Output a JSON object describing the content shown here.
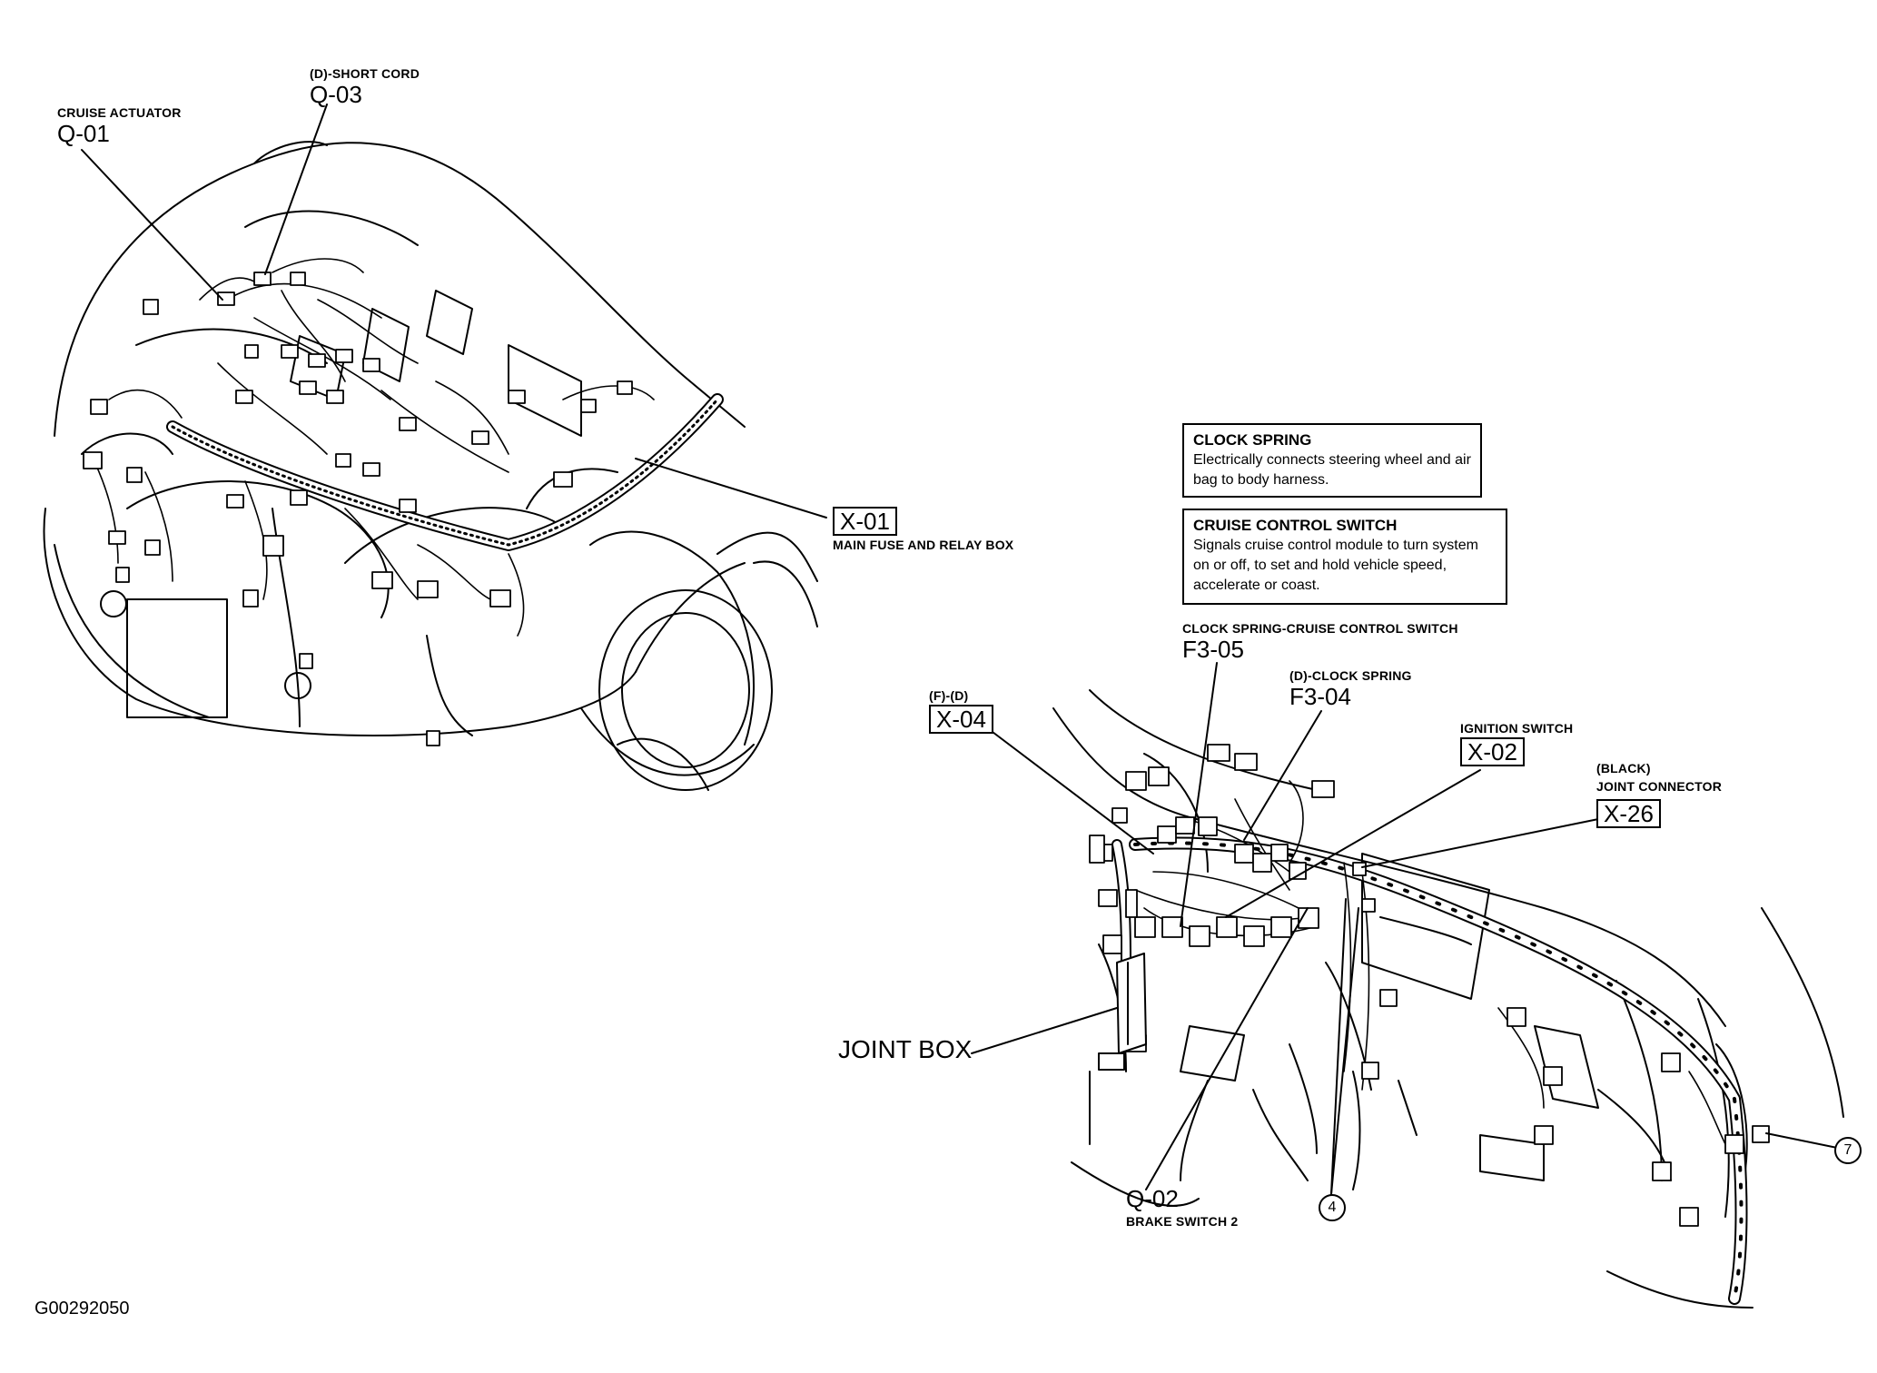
{
  "figure_id": "G00292050",
  "labels": {
    "cruise_actuator": {
      "caption": "CRUISE ACTUATOR",
      "code": "Q-01"
    },
    "short_cord": {
      "caption": "(D)-SHORT CORD",
      "code": "Q-03"
    },
    "main_fuse": {
      "code": "X-01",
      "caption": "MAIN FUSE AND RELAY BOX"
    },
    "clock_cruise": {
      "caption": "CLOCK SPRING-CRUISE CONTROL SWITCH",
      "code": "F3-05"
    },
    "clock_spring": {
      "caption": "(D)-CLOCK SPRING",
      "code": "F3-04"
    },
    "fd": {
      "caption": "(F)-(D)",
      "code": "X-04"
    },
    "ignition": {
      "caption": "IGNITION SWITCH",
      "code": "X-02"
    },
    "joint_connector": {
      "caption_line1": "(BLACK)",
      "caption_line2": "JOINT CONNECTOR",
      "code": "X-26"
    },
    "joint_box": {
      "caption": "JOINT BOX"
    },
    "brake_switch": {
      "code": "Q-02",
      "caption": "BRAKE SWITCH 2"
    },
    "ref_4": "4",
    "ref_7": "7"
  },
  "callouts": {
    "clock_spring": {
      "title": "CLOCK SPRING",
      "body": "Electrically connects steering wheel and air bag to body harness."
    },
    "cruise_switch": {
      "title": "CRUISE CONTROL SWITCH",
      "body": "Signals cruise control module to turn system on or off, to set and hold vehicle speed, accelerate or coast."
    }
  }
}
